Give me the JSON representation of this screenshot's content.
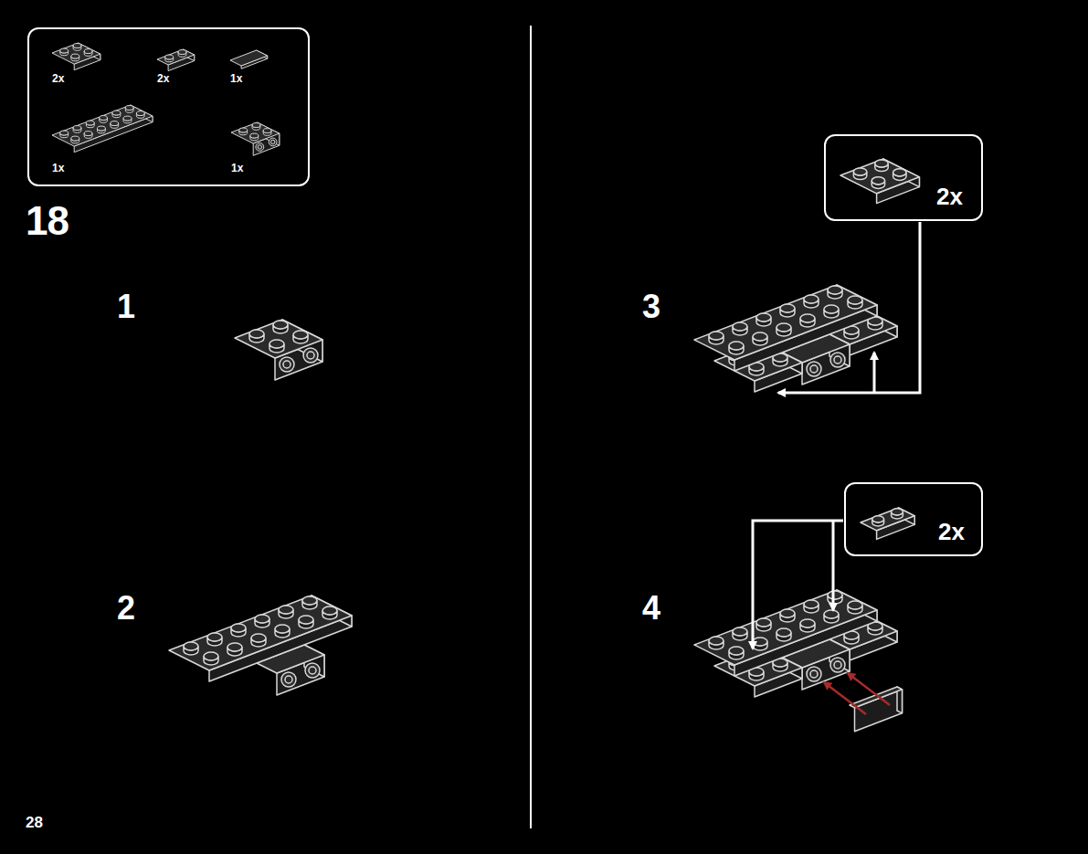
{
  "diagram": {
    "nodes": [
      {
        "text": [
          "2x",
          "2x",
          "1x",
          "1x",
          "1x"
        ]
      },
      {
        "text": [
          "2x"
        ]
      },
      {
        "text": [
          "2x"
        ]
      }
    ],
    "labels": [
      "18",
      "1",
      "2",
      "3",
      "4",
      "28"
    ]
  }
}
